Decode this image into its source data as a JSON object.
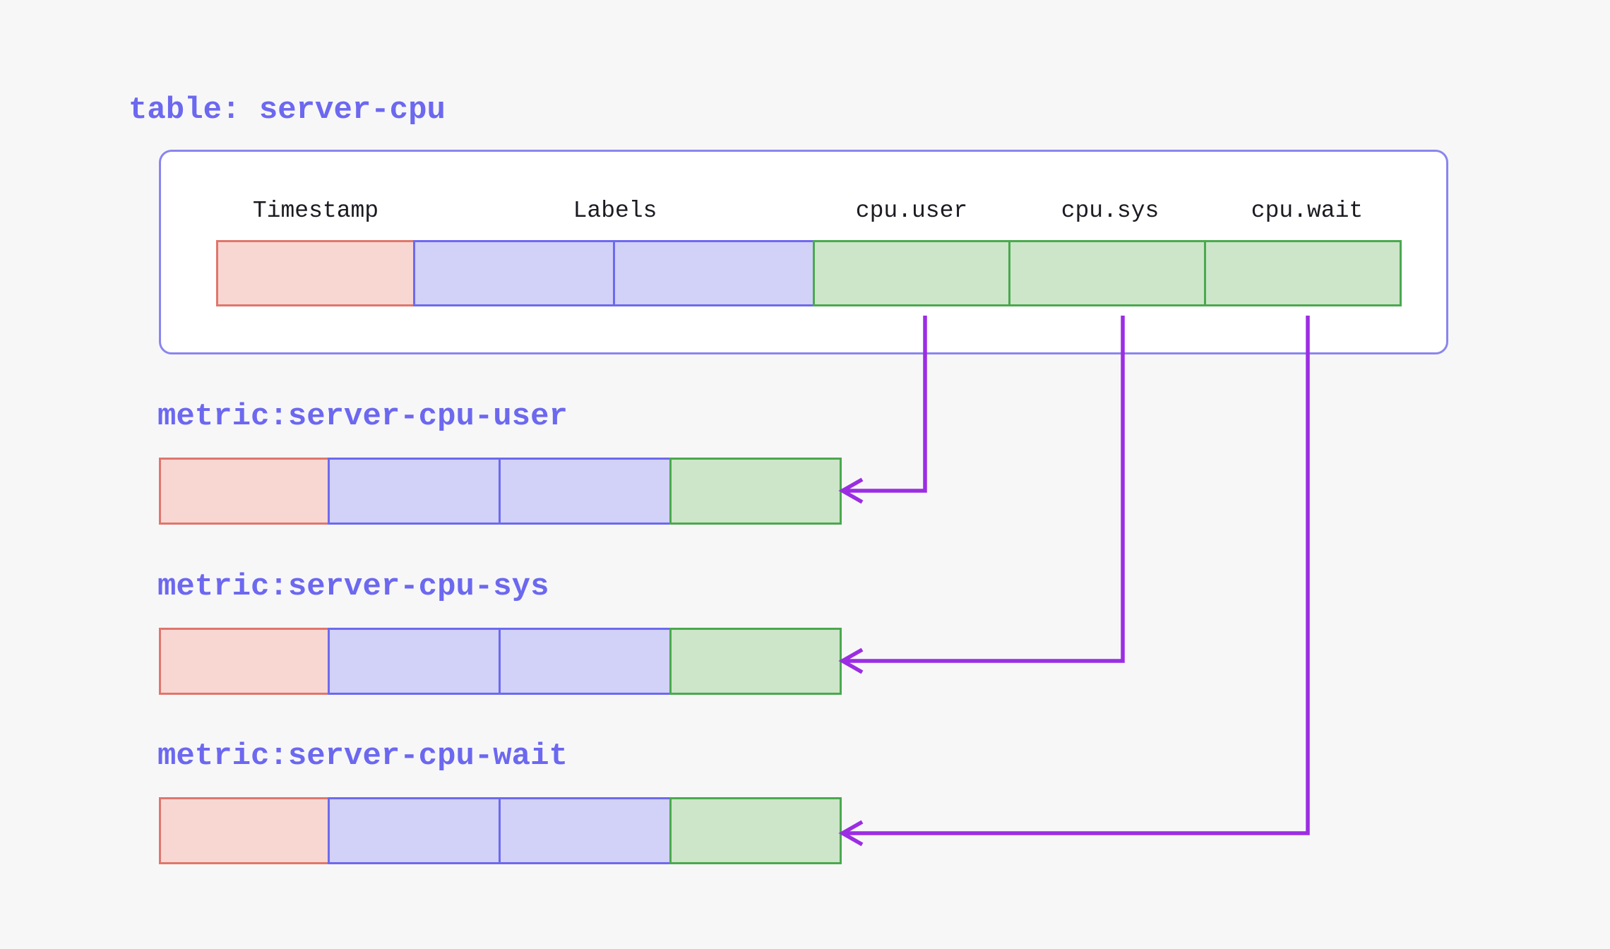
{
  "table": {
    "title": "table: server-cpu",
    "columns": [
      {
        "label": "Timestamp",
        "role": "timestamp"
      },
      {
        "label": "Labels",
        "role": "labels"
      },
      {
        "label": "cpu.user",
        "role": "value"
      },
      {
        "label": "cpu.sys",
        "role": "value"
      },
      {
        "label": "cpu.wait",
        "role": "value"
      }
    ]
  },
  "metrics": [
    {
      "title": "metric:server-cpu-user",
      "source_column": "cpu.user"
    },
    {
      "title": "metric:server-cpu-sys",
      "source_column": "cpu.sys"
    },
    {
      "title": "metric:server-cpu-wait",
      "source_column": "cpu.wait"
    }
  ],
  "colors": {
    "bg": "#f7f7f8",
    "panel": "#ffffff",
    "accent": "#6c68f0",
    "box-border": "#8a85ee",
    "header-text": "#1c1b22",
    "timestamp-fill": "#f8d7d3",
    "timestamp-border": "#e0766c",
    "labels-fill": "#d2d1f8",
    "labels-border": "#6d6aee",
    "value-fill": "#cde5c9",
    "value-border": "#4aa94e",
    "arrow": "#9b2de3"
  }
}
